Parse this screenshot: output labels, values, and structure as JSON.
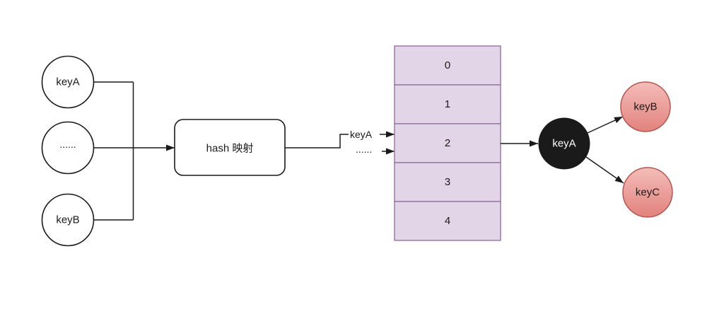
{
  "nodes": {
    "left": [
      {
        "label": "keyA"
      },
      {
        "label": "......"
      },
      {
        "label": "keyB"
      }
    ],
    "hash_box": {
      "label": "hash 映射"
    },
    "bucket": {
      "label": "keyA"
    },
    "chain": [
      {
        "label": "keyB"
      },
      {
        "label": "keyC"
      }
    ]
  },
  "annotations": {
    "mapped_key": "keyA",
    "more_keys": "......"
  },
  "array": {
    "cells": [
      "0",
      "1",
      "2",
      "3",
      "4"
    ]
  },
  "colors": {
    "stroke_dark": "#1A1A1A",
    "array_fill": "#E1D5E7",
    "array_stroke": "#9673A6",
    "chain_fill_top": "#F4BDB9",
    "chain_fill_bottom": "#E2827D",
    "chain_stroke": "#B85450",
    "bucket_fill": "#1A1A1A",
    "bucket_text": "#FFFFFF"
  }
}
